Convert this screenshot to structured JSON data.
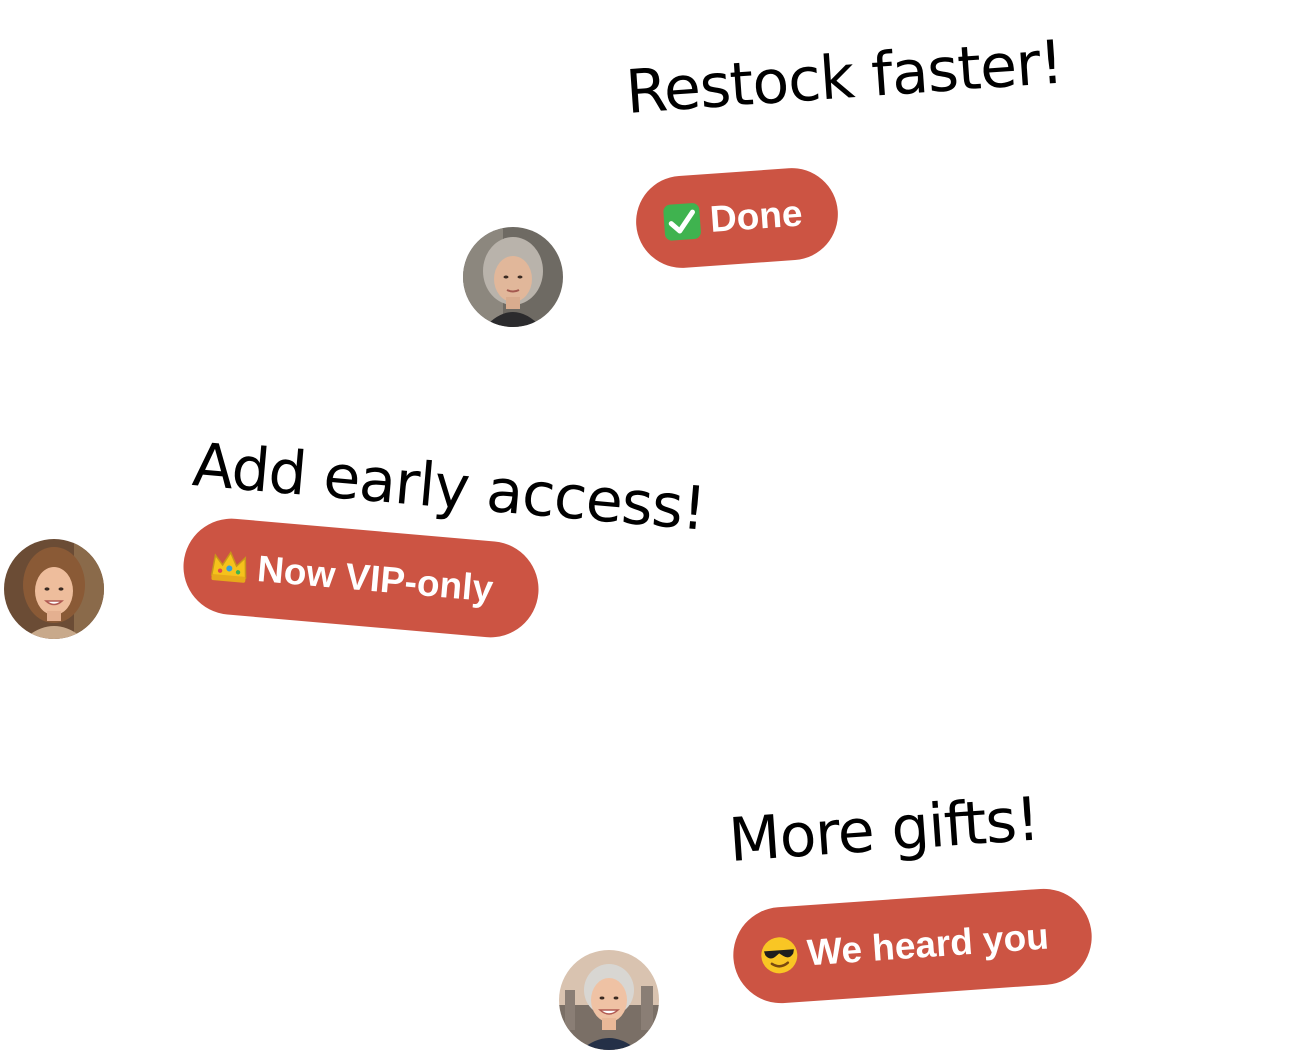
{
  "colors": {
    "pill_background": "#cc5443",
    "pill_text": "#ffffff",
    "headline_text": "#000000",
    "page_background": "#ffffff"
  },
  "feedback_items": [
    {
      "request": "Restock faster!",
      "response": "Done",
      "response_icon": "check-mark-button-icon",
      "avatar": "avatar-older-woman-gray-bob"
    },
    {
      "request": "Add early access!",
      "response": "Now VIP-only",
      "response_icon": "crown-icon",
      "avatar": "avatar-woman-brown-hair"
    },
    {
      "request": "More gifts!",
      "response": "We heard you",
      "response_icon": "sunglasses-face-icon",
      "avatar": "avatar-woman-short-gray-hair"
    }
  ]
}
